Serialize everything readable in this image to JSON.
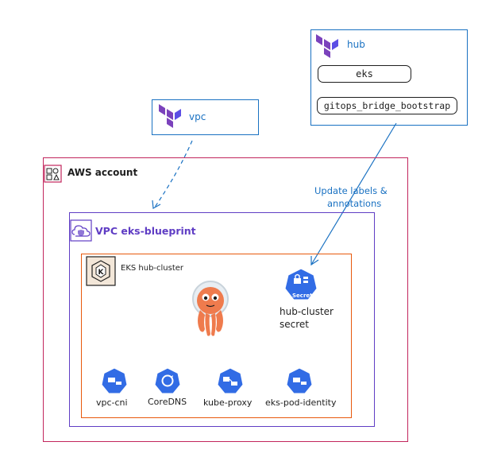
{
  "hub": {
    "title": "hub",
    "modules": [
      "eks",
      "gitops_bridge_bootstrap"
    ]
  },
  "vpc_module": {
    "title": "vpc"
  },
  "aws_account": {
    "title": "AWS account"
  },
  "vpc": {
    "title": "VPC eks-blueprint"
  },
  "eks": {
    "title": "EKS hub-cluster"
  },
  "annotation": {
    "line1": "Update labels &",
    "line2": "annotations"
  },
  "secret": {
    "badge": "Secret",
    "line1": "hub-cluster",
    "line2": "secret"
  },
  "addons": [
    "vpc-cni",
    "CoreDNS",
    "kube-proxy",
    "eks-pod-identity"
  ],
  "colors": {
    "terraform": "#7b42bc",
    "aws_account": "#c2255c",
    "vpc": "#5f3dc4",
    "eks": "#e8590c",
    "k8s_blue": "#326ce5",
    "arrow": "#1971c2",
    "argo_orange": "#ef7b4d"
  },
  "icons": [
    "terraform-logo",
    "aws-account-icon",
    "vpc-icon",
    "eks-logo",
    "argo-octopus",
    "k8s-secret-icon",
    "k8s-addon-icon"
  ]
}
